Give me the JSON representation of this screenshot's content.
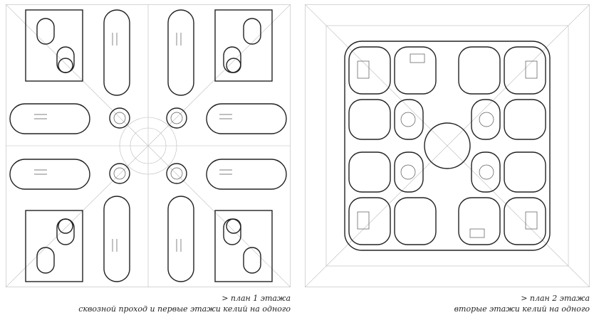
{
  "plan_1": {
    "caption_title": "> план 1 этажа",
    "caption_subtitle": "сквозной проход и первые этажи келий на одного"
  },
  "plan_2": {
    "caption_title": "> план 2 этажа",
    "caption_subtitle": "вторые этажи келий на одного"
  }
}
